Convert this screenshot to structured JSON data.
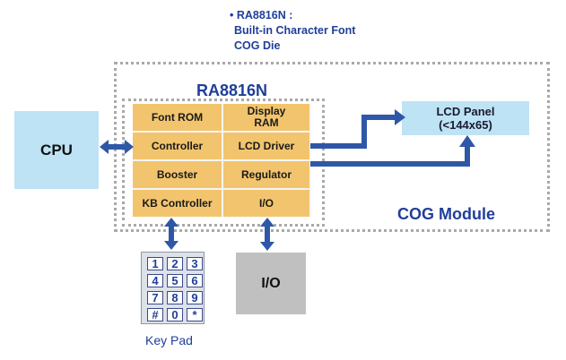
{
  "note": {
    "line1": "• RA8816N :",
    "line2": "Built-in Character Font",
    "line3": "COG Die"
  },
  "chip": {
    "title": "RA8816N",
    "cells": [
      {
        "label": "Font ROM"
      },
      {
        "label": "Display\nRAM"
      },
      {
        "label": "Controller"
      },
      {
        "label": "LCD Driver"
      },
      {
        "label": "Booster"
      },
      {
        "label": "Regulator"
      },
      {
        "label": "KB Controller"
      },
      {
        "label": "I/O"
      }
    ]
  },
  "cpu": {
    "label": "CPU"
  },
  "lcd_panel": {
    "line1": "LCD Panel",
    "line2": "(<144x65)"
  },
  "cog_module": {
    "label": "COG Module"
  },
  "io_box": {
    "label": "I/O"
  },
  "keypad": {
    "keys": [
      "1",
      "2",
      "3",
      "4",
      "5",
      "6",
      "7",
      "8",
      "9",
      "#",
      "0",
      "*"
    ],
    "label": "Key Pad"
  },
  "colors": {
    "title_blue": "#1f3f99",
    "arrow_blue": "#2f57a8",
    "chip_cell": "#f2c46d",
    "light_blue_box": "#bde3f5",
    "io_gray": "#c0c0c0",
    "border_dotted": "#a9a9a9"
  }
}
